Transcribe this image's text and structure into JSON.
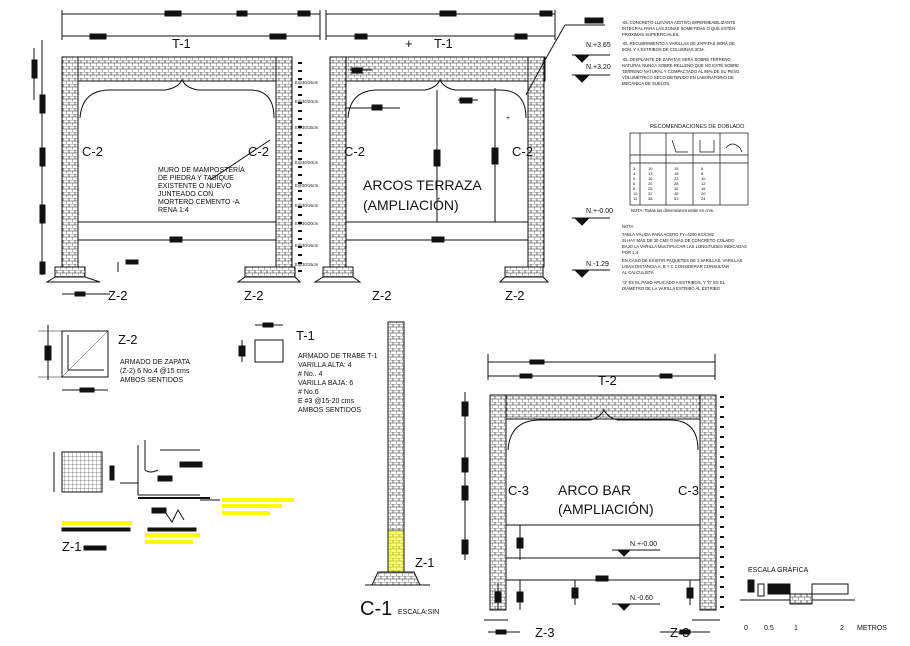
{
  "colors": {
    "line": "#111111",
    "highlight": "#ffff00",
    "background": "#ffffff"
  },
  "frame1": {
    "beam": "T-1",
    "col_left": "C-2",
    "col_right": "C-2",
    "foot_left": "Z-2",
    "foot_right": "Z-2",
    "wall_note": [
      "MURO DE MAMPOSTERÍA",
      "DE PIEDRA Y TABIQUE",
      "EXISTENTE O NUEVO",
      "JUNTEADO CON",
      "MORTERO CEMENTO -A",
      "RENA 1:4"
    ],
    "side_marks": [
      "E@30/15cm",
      "E@30/20cm",
      "E@30/15cm",
      "E@30/20cm",
      "E@30/15cm",
      "E@30/15cm",
      "E@30/20cm",
      "E@30/15cm",
      "E@30/15cm"
    ]
  },
  "frame2": {
    "beam": "T-1",
    "col_left": "C-2",
    "col_right": "C-2",
    "foot_left": "Z-2",
    "foot_right": "Z-2",
    "title": "ARCOS TERRAZA",
    "subtitle": "(AMPLIACIÓN)",
    "levels": [
      "N.+3.65",
      "N.+3.20",
      "N.+-0.00",
      "N.-1.29"
    ]
  },
  "notes": {
    "lines": [
      "-EL CONCRETO LLEVARÁ ADITIVO IMPERMEABILIZANTE",
      "INTEGRAL PARA LAS ZONAS SOMETIDAS O QUE ESTÉN",
      "PROXIMAS SUPERFICIALES.",
      "-EL RECUBRIMIENTO A VARILLAS DE ZAPATAS SERÁ DE",
      "5CM. Y A ESTRIBOS DE COLUMNAS 3CM.",
      "-EL DESPLANTE DE ZAPATAS SERÁ SOBRE TERRENO",
      "NATURAL NUNCA SOBRE RELLENO QUE NO ESTÉ SOBRE",
      "TERRENO NATURAL Y COMPACTADO AL 95% DE SU PESO",
      "VOLUMÉTRICO SECO OBTENIDO EN LABORATORIO DE",
      "MECÁNICA DE SUELOS."
    ],
    "table_title": "RECOMENDACIONES DE DOBLADO",
    "table_rows": [
      [
        "3",
        "10",
        "15",
        "6"
      ],
      [
        "4",
        "13",
        "18",
        "8"
      ],
      [
        "5",
        "16",
        "23",
        "10"
      ],
      [
        "6",
        "20",
        "28",
        "12"
      ],
      [
        "8",
        "25",
        "35",
        "16"
      ],
      [
        "10",
        "32",
        "45",
        "20"
      ],
      [
        "12",
        "38",
        "53",
        "24"
      ]
    ],
    "table_note": "NOTA: Todas las dimensiones están en cms.",
    "nota_title": "NOTA",
    "nota_lines": [
      "TABLA VÁLIDA PARA ACERO FY=4200 KG/CM2",
      "SI HAY MÁS DE 30 CMS O MÁS DE CONCRETO COLADO",
      "BAJO LA VARILLA MULTIPLICAR LAS LONGITUDES INDICADAS",
      "POR 1.4",
      "EN CASO DE EXISTIR PAQUETES DE 2 VARILLAS, VARILLAS",
      "LISAS DISTANCIA A, B Y C CONSIDERAR CONSULTAR",
      "AL CALCULISTA",
      "\"d\" ES EL PASO APLICADO A ESTRIBOS, Y \"b\" ES EL",
      "DIÁMETRO DE LA VARILLA ESTRIBO AL ESTRIBO"
    ]
  },
  "z2": {
    "title": "Z-2",
    "lines": [
      "ARMADO DE ZAPATA",
      "(Z-2) 6 No.4 @15 cms",
      "AMBOS SENTIDOS"
    ]
  },
  "t1": {
    "title": "T-1",
    "lines": [
      "ARMADO DE TRABE T-1",
      "VARILLA ALTA: 4",
      "# No.. 4",
      "VARILLA BAJA: 6",
      "# No.6",
      "E #3 @15-20 cms",
      "AMBOS SENTIDOS"
    ]
  },
  "c1": {
    "title": "C-1",
    "subtitle": "ESCALA:SIN",
    "base": "Z-1"
  },
  "z1": {
    "title": "Z-1"
  },
  "frame3": {
    "beam": "T-2",
    "col_left": "C-3",
    "col_right": "C-3",
    "foot_left": "Z-3",
    "foot_right": "Z-3",
    "title": "ARCO BAR",
    "subtitle": "(AMPLIACIÓN)",
    "levels": [
      "N.+-0.00",
      "N.-0.60"
    ]
  },
  "scale": {
    "title": "ESCALA GRÁFICA",
    "ticks": [
      "0",
      "0.5",
      "1",
      "2"
    ],
    "unit": "METROS"
  }
}
